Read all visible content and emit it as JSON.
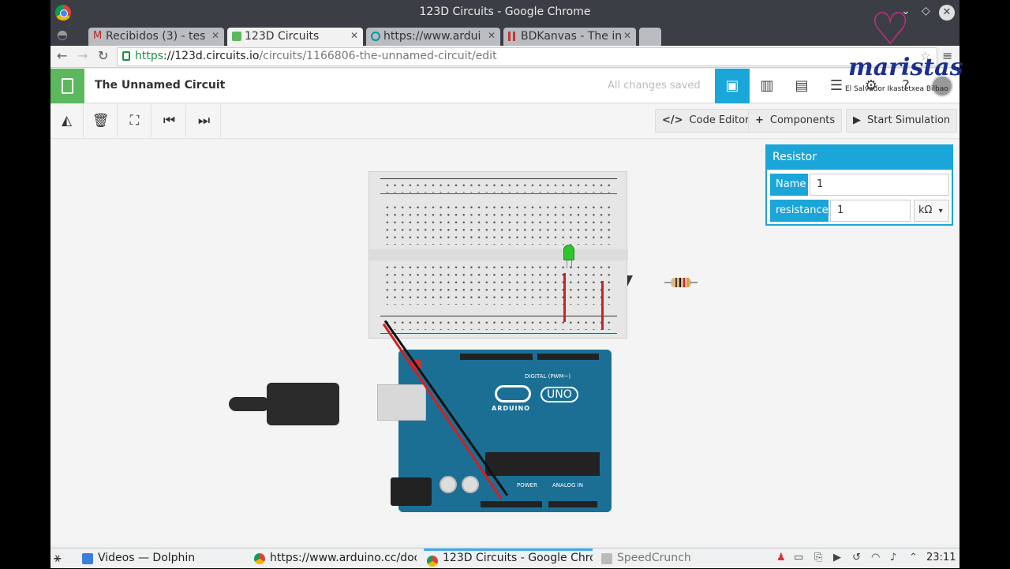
{
  "window": {
    "title": "123D Circuits - Google Chrome"
  },
  "tabs": [
    {
      "label": "Recibidos (3) - tes",
      "icon": "gmail-icon",
      "active": false
    },
    {
      "label": "123D Circuits",
      "icon": "circuits-icon",
      "active": true
    },
    {
      "label": "https://www.ardui",
      "icon": "arduino-icon",
      "active": false
    },
    {
      "label": "BDKanvas - The in",
      "icon": "bdkanvas-icon",
      "active": false
    }
  ],
  "address": {
    "scheme": "https",
    "host": "://123d.circuits.io",
    "path": "/circuits/1166806-the-unnamed-circuit/edit"
  },
  "app": {
    "circuit_title": "The Unnamed Circuit",
    "save_status": "All changes saved"
  },
  "toolbar": {
    "code_editor": "Code Editor",
    "components": "Components",
    "start_simulation": "Start Simulation"
  },
  "properties": {
    "title": "Resistor",
    "name_label": "Name",
    "name_value": "1",
    "resistance_label": "resistance",
    "resistance_value": "1",
    "unit": "kΩ",
    "unit_arrow": "▾"
  },
  "board": {
    "brand": "ARDUINO",
    "model": "UNO",
    "digital_label": "DIGITAL (PWM~)",
    "power_label": "POWER",
    "analog_label": "ANALOG IN"
  },
  "watermark": {
    "text": "maristas",
    "subtitle": "El Salvador Ikastetxea Bilbao"
  },
  "taskbar": {
    "items": [
      {
        "label": "Videos — Dolphin",
        "active": false
      },
      {
        "label": "https://www.arduino.cc/doc",
        "active": false
      },
      {
        "label": "123D Circuits - Google Chro",
        "active": true
      },
      {
        "label": "SpeedCrunch",
        "active": false
      }
    ],
    "clock": "23:11"
  },
  "colors": {
    "accent": "#1aa6d9",
    "brand_green": "#5cb85c",
    "board_blue": "#1b6f95",
    "wire_red": "#d21f1f"
  }
}
